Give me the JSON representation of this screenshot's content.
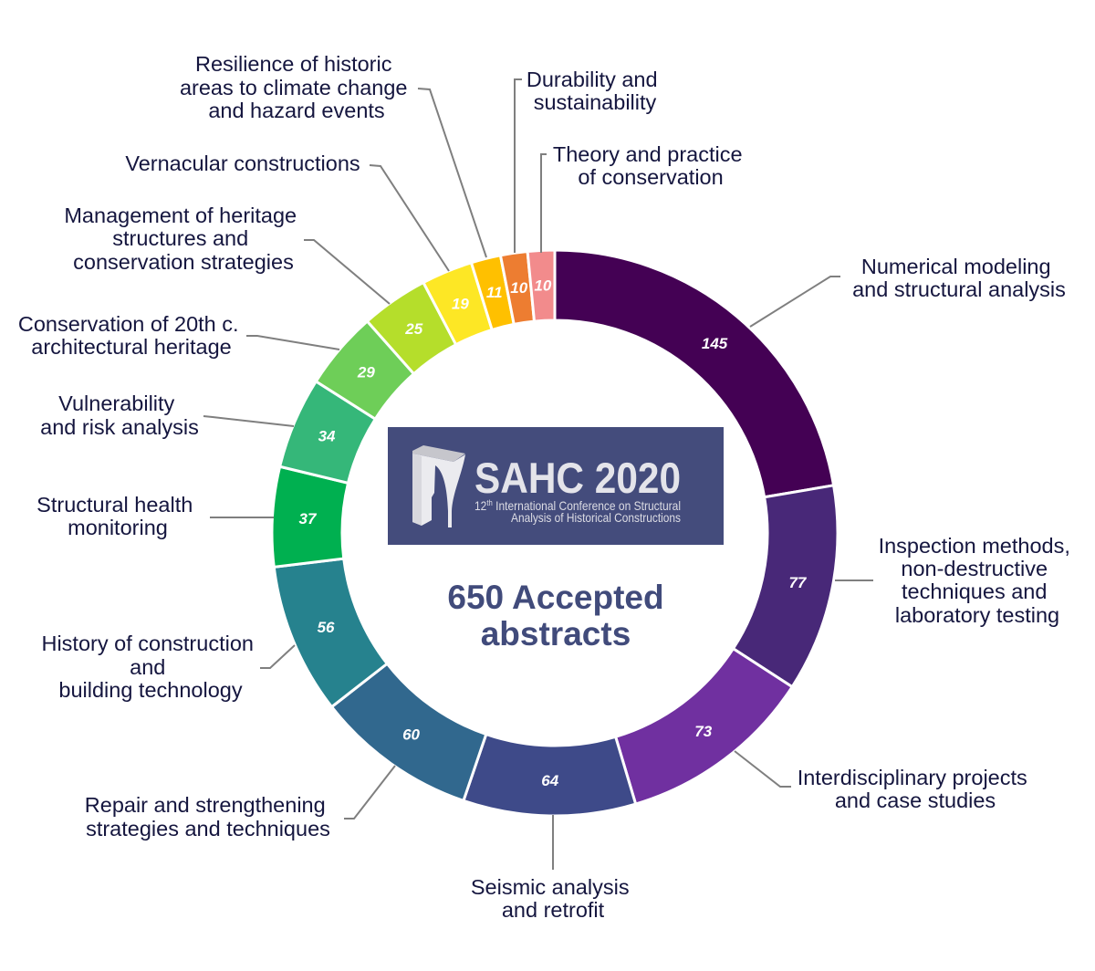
{
  "chart_data": {
    "type": "pie",
    "variant": "donut",
    "title": "650 Accepted abstracts",
    "total": 650,
    "start": "12 o'clock, clockwise",
    "categories": [
      "Numerical modeling and structural analysis",
      "Inspection methods, non-destructive techniques and laboratory testing",
      "Interdisciplinary projects and case studies",
      "Seismic analysis and retrofit",
      "Repair and strengthening strategies and techniques",
      "History of construction and building technology",
      "Structural health monitoring",
      "Vulnerability and risk analysis",
      "Conservation of 20th c. architectural heritage",
      "Management of heritage structures and conservation strategies",
      "Vernacular constructions",
      "Resilience of historic areas to climate change and hazard events",
      "Durability and sustainability",
      "Theory and practice of conservation"
    ],
    "values": [
      145,
      77,
      73,
      64,
      60,
      56,
      37,
      34,
      29,
      25,
      19,
      11,
      10,
      10
    ],
    "colors": [
      "#440154",
      "#482878",
      "#7030a0",
      "#3e4a89",
      "#31688e",
      "#26828e",
      "#00b050",
      "#35b779",
      "#6ece58",
      "#b5de2b",
      "#fde725",
      "#ffc000",
      "#ed7d31",
      "#f28b8c"
    ],
    "label_lines": [
      [
        "Numerical modeling",
        "and structural analysis"
      ],
      [
        "Inspection methods,",
        "non-destructive",
        "techniques and",
        "laboratory testing"
      ],
      [
        "Interdisciplinary projects",
        "and case studies"
      ],
      [
        "Seismic analysis",
        "and retrofit"
      ],
      [
        "Repair and strengthening",
        "strategies and techniques"
      ],
      [
        "History of construction",
        "and",
        "building technology"
      ],
      [
        "Structural health",
        "monitoring"
      ],
      [
        "Vulnerability",
        "and risk analysis"
      ],
      [
        "Conservation of 20th c.",
        "architectural heritage"
      ],
      [
        "Management of heritage",
        "structures and",
        "conservation strategies"
      ],
      [
        "Vernacular constructions"
      ],
      [
        "Resilience of historic",
        "areas to climate change",
        "and hazard events"
      ],
      [
        "Durability and",
        "sustainability"
      ],
      [
        "Theory and practice",
        "of conservation"
      ]
    ]
  },
  "center": {
    "line1": "650 Accepted",
    "line2": "abstracts",
    "color": "#414b7b"
  },
  "logo": {
    "title": "SAHC 2020",
    "subtitle_line1_prefix": "12",
    "subtitle_sup": "th",
    "subtitle_line1_rest": " International Conference on Structural",
    "subtitle_line2": "Analysis of Historical Constructions",
    "bg_color": "#444c7c"
  }
}
